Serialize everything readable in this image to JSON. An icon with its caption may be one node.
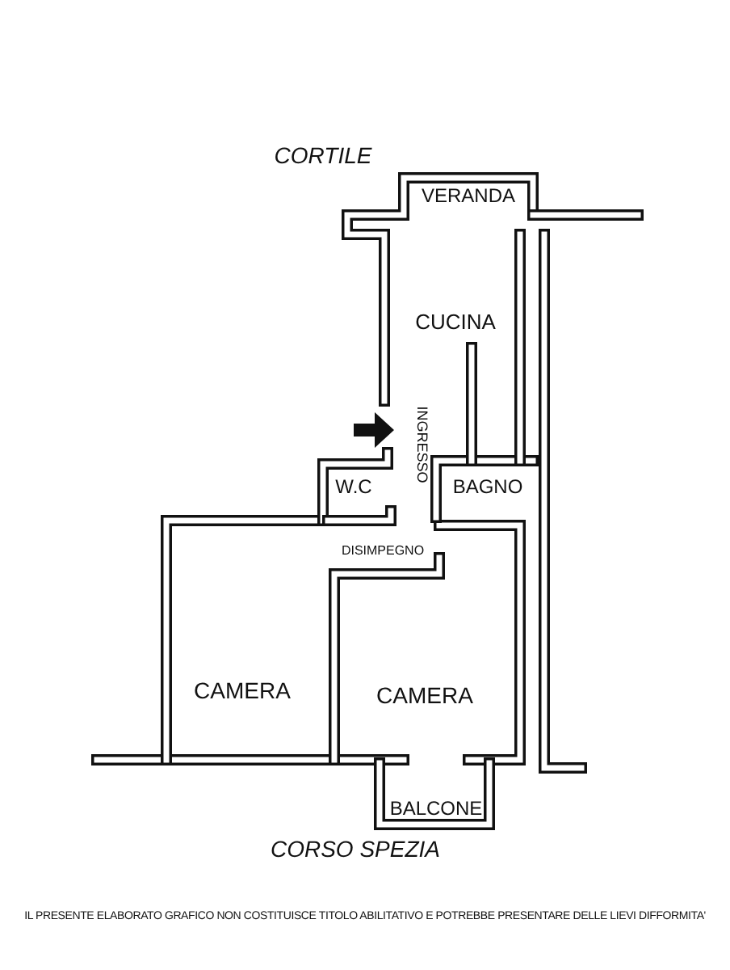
{
  "diagram": {
    "caption": "IL PRESENTE ELABORATO GRAFICO NON COSTITUISCE TITOLO ABILITATIVO E POTREBBE PRESENTARE DELLE LIEVI DIFFORMITA'",
    "labels": [
      "CORTILE",
      "VERANDA",
      "CUCINA",
      "INGRESSO",
      "W.C",
      "BAGNO",
      "DISIMPEGNO",
      "CAMERA",
      "CAMERA",
      "BALCONE",
      "CORSO SPEZIA"
    ]
  }
}
